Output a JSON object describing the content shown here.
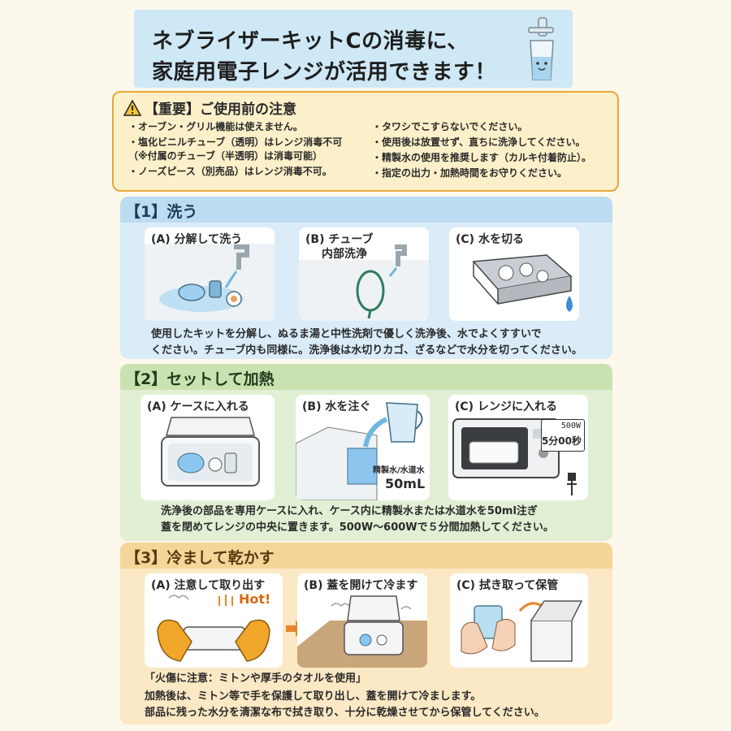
{
  "header": {
    "line1": "ネブライザーキットCの消毒に、",
    "line2": "家庭用電子レンジが活用できます！"
  },
  "notice": {
    "title": "【重要】ご使用前の注意",
    "left": [
      "・オーブン・グリル機能は使えません。",
      "・塩化ビニルチューブ（透明）はレンジ消毒不可",
      "（※付属のチューブ（半透明）は消毒可能）",
      "・ノーズピース（別売品）はレンジ消毒不可。"
    ],
    "right": [
      "・タワシでこすらないでください。",
      "・使用後は放置せず、直ちに洗浄してください。",
      "・精製水の使用を推奨します（カルキ付着防止）。",
      "・指定の出力・加熱時間をお守りください。"
    ]
  },
  "step1": {
    "title": "【1】洗う",
    "a": "(A) 分解して洗う",
    "b1": "(B) チューブ",
    "b2": "内部洗浄",
    "c": "(C) 水を切る",
    "desc1": "使用したキットを分解し、ぬるま湯と中性洗剤で優しく洗浄後、水でよくすすいで",
    "desc2": "ください。チューブ内も同様に。洗浄後は水切りカゴ、ざるなどで水分を切ってください。"
  },
  "step2": {
    "title": "【2】セットして加熱",
    "a": "(A) ケースに入れる",
    "b": "(B) 水を注ぐ",
    "c": "(C) レンジに入れる",
    "water_label": "精製水/水道水",
    "water_amount": "50mL",
    "power": "500W",
    "time": "5分00秒",
    "desc1": "洗浄後の部品を専用ケースに入れ、ケース内に精製水または水道水を50ml注ぎ",
    "desc2": "蓋を閉めてレンジの中央に置きます。500W〜600Wで５分間加熱してください。"
  },
  "step3": {
    "title": "【3】冷まして乾かす",
    "a": "(A) 注意して取り出す",
    "hot": "Hot!",
    "b": "(B) 蓋を開けて冷ます",
    "c": "(C) 拭き取って保管",
    "caution": "「火傷に注意：ミトンや厚手のタオルを使用」",
    "desc1": "加熱後は、ミトン等で手を保護して取り出し、蓋を開けて冷まします。",
    "desc2": "部品に残った水分を清潔な布で拭き取り、十分に乾燥させてから保管してください。"
  },
  "colors": {
    "header_bg": "#cfe8f6",
    "notice_bg": "#fbf0c9",
    "notice_border": "#e7a738",
    "step1_bg": "#d9ecf8",
    "step2_bg": "#e1efd4",
    "step3_bg": "#fbe8c4",
    "accent_orange": "#e8862a"
  }
}
